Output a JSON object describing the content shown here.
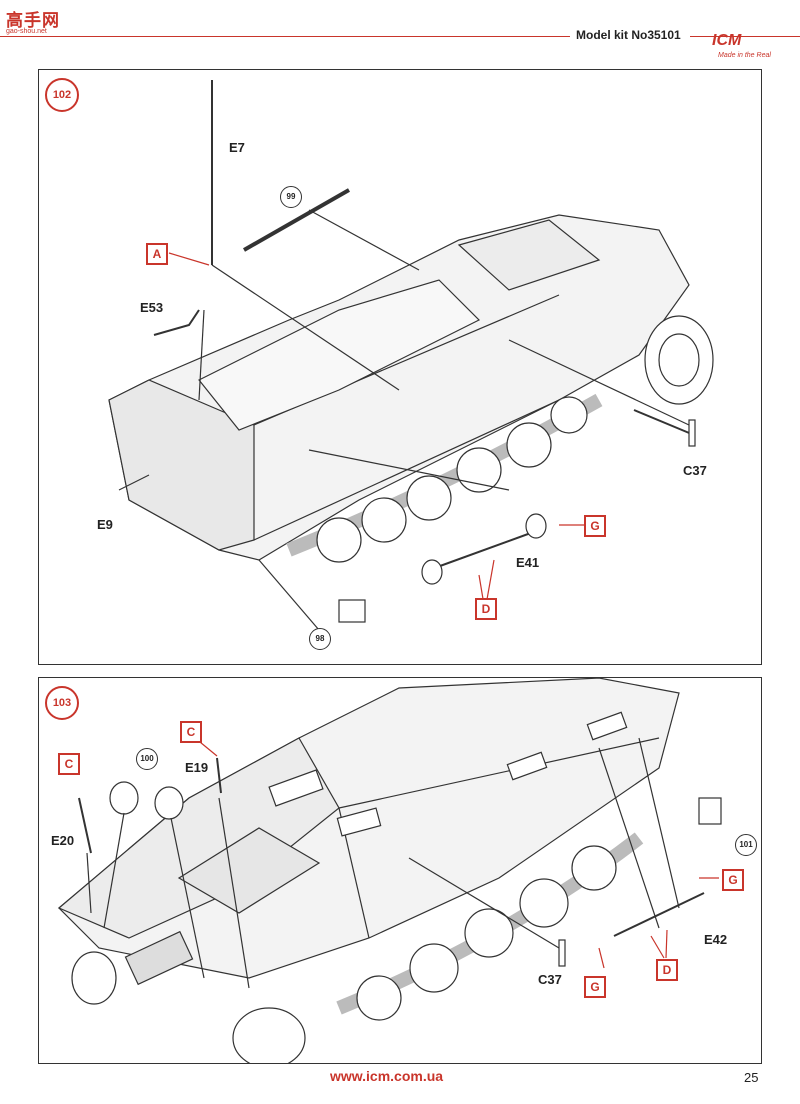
{
  "header": {
    "site_logo": "高手网",
    "site_sub": "gao-shou.net",
    "model_kit": "Model kit No35101",
    "brand": "ICM",
    "brand_tagline": "Made in the Real"
  },
  "step102": {
    "number": "102",
    "refs": {
      "r99": "99",
      "r98": "98"
    },
    "labels": {
      "E7": "E7",
      "E53": "E53",
      "E9": "E9",
      "C37": "C37",
      "E41": "E41"
    },
    "boxes": {
      "A": "A",
      "G": "G",
      "D": "D"
    }
  },
  "step103": {
    "number": "103",
    "refs": {
      "r100": "100",
      "r101": "101"
    },
    "labels": {
      "E19": "E19",
      "E20": "E20",
      "C37": "C37",
      "E42": "E42"
    },
    "boxes": {
      "C1": "C",
      "C2": "C",
      "G1": "G",
      "G2": "G",
      "D": "D"
    }
  },
  "footer": {
    "url": "www.icm.com.ua",
    "page": "25"
  },
  "colors": {
    "accent": "#c9352b",
    "line": "#333333"
  }
}
